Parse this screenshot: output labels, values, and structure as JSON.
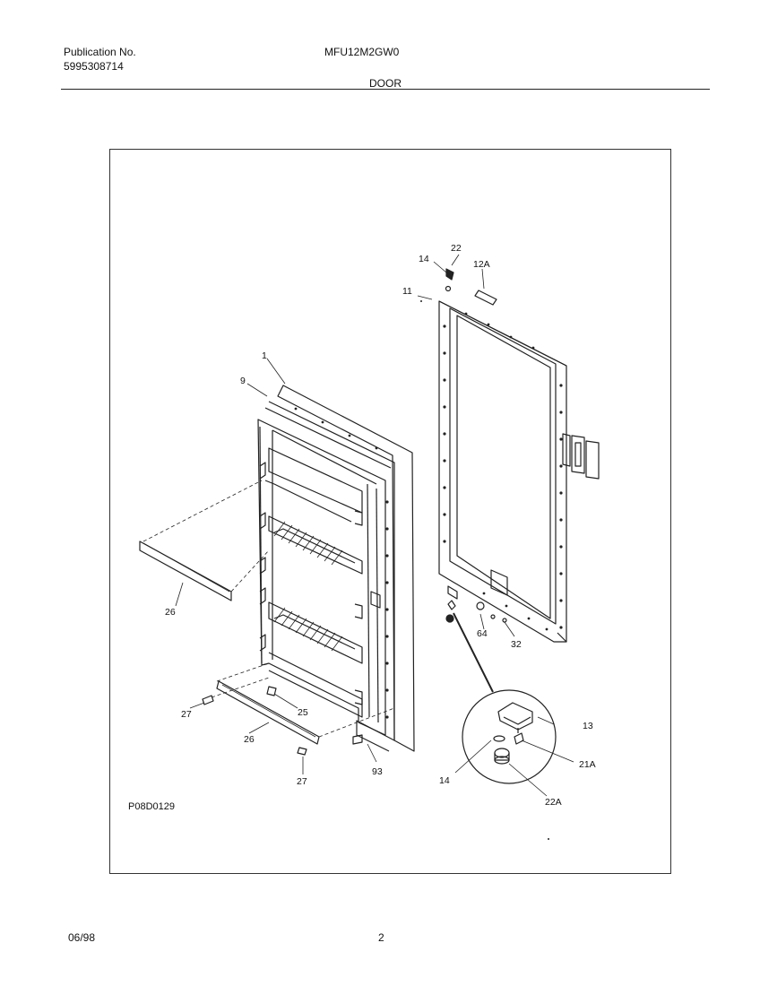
{
  "header": {
    "publication_label": "Publication No.",
    "publication_number": "5995308714",
    "model": "MFU12M2GW0",
    "section": "DOOR"
  },
  "diagram": {
    "code": "P08D0129",
    "callouts": [
      "1",
      "9",
      "11",
      "12A",
      "13",
      "14",
      "14",
      "21A",
      "22",
      "22A",
      "25",
      "26",
      "26",
      "27",
      "27",
      "32",
      "64",
      "93"
    ]
  },
  "footer": {
    "date": "06/98",
    "page": "2"
  }
}
